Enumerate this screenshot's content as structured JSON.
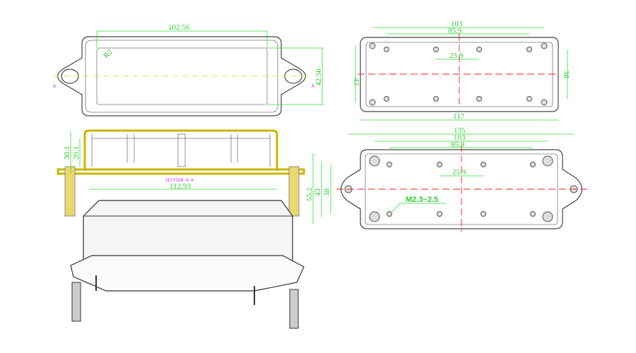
{
  "top_view": {
    "width_dim": "102.56",
    "radius": "R2",
    "height_dim": "42.56",
    "section_mark_left": "A",
    "section_mark_right": "A"
  },
  "section_view": {
    "title": "SECTION A-A",
    "length_dim": "112.93",
    "height_outer": "30.1",
    "height_inner": "20.1"
  },
  "base_inner_view": {
    "dim_outer": "103",
    "dim_holes": "85.9",
    "dim_center": "25.9",
    "dim_height_left": "43",
    "dim_height_right": "38",
    "dim_total": "117"
  },
  "base_flange_view": {
    "dim_total": "135",
    "dim_outer": "103",
    "dim_holes": "85.9",
    "dim_center": "25.9",
    "dim_h1": "55.2",
    "dim_h2": "43",
    "dim_h3": "38",
    "screw_note": "M2.3~2.5"
  },
  "colors": {
    "dimension": "#2ecc2e",
    "centerline": "#ee2222",
    "section": "#c8b400",
    "section_label": "#dd33dd"
  }
}
